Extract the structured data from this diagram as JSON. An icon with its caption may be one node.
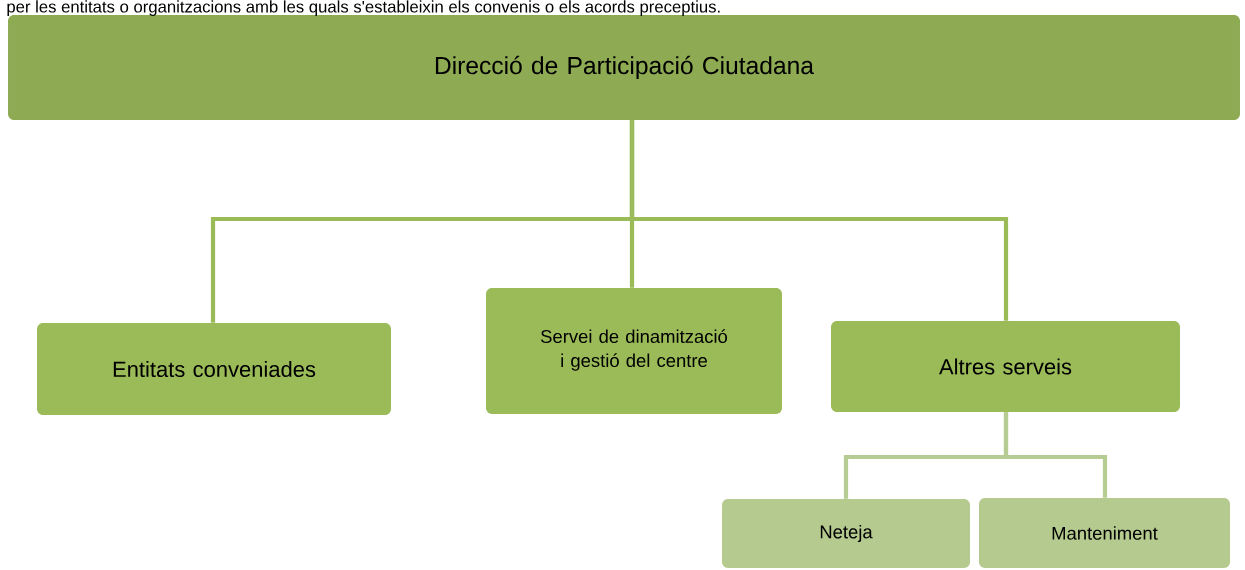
{
  "diagram": {
    "nodes": [
      {
        "text": [
          "Direcció de Participació Ciutadana"
        ]
      },
      {
        "text": [
          "Entitats conveniades"
        ]
      },
      {
        "text": [
          "Servei de dinamització i gestió del centre"
        ]
      },
      {
        "text": [
          "Altres serveis"
        ]
      },
      {
        "text": [
          "Neteja"
        ]
      },
      {
        "text": [
          "Manteniment"
        ]
      }
    ],
    "edges": [
      {
        "from": 0,
        "to": 1,
        "arrow": "none"
      },
      {
        "from": 0,
        "to": 2,
        "arrow": "none"
      },
      {
        "from": 0,
        "to": 3,
        "arrow": "none"
      },
      {
        "from": 3,
        "to": 4,
        "arrow": "none",
        "color": "#b7cc92"
      },
      {
        "from": 3,
        "to": 5,
        "arrow": "none",
        "color": "#b7cc92"
      }
    ],
    "labels": [
      "per les entitats o organitzacions amb les quals s'estableixin els convenis o els acords preceptius."
    ]
  }
}
